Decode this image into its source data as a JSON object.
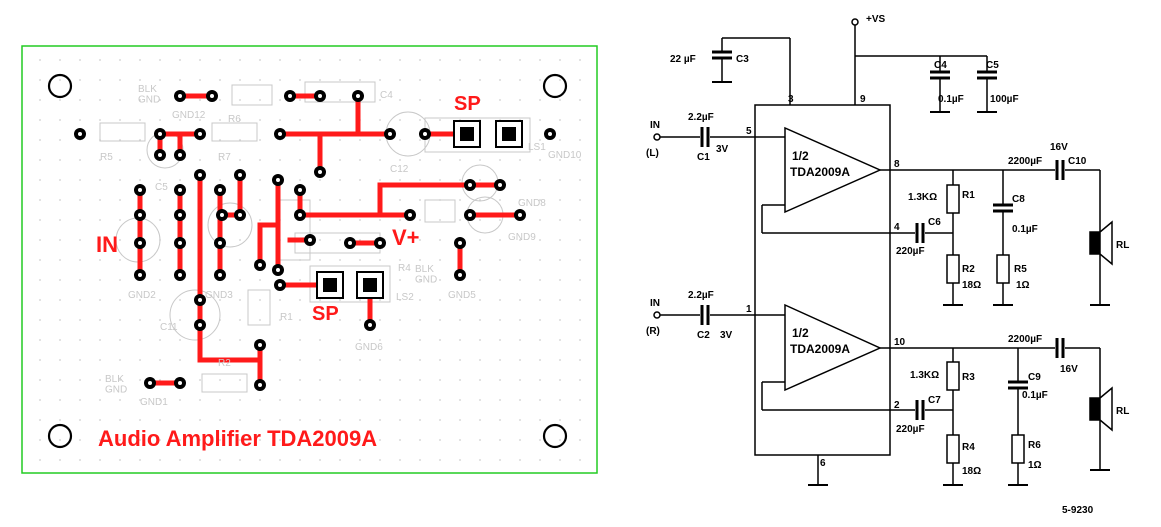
{
  "colors": {
    "trace": "#ff1a1a",
    "board_outline": "#22cc22",
    "silkscreen": "#c8c8c8",
    "pad": "#000000",
    "schematic": "#000000"
  },
  "pcb": {
    "title": "Audio Amplifier TDA2009A",
    "labels": {
      "in": "IN",
      "sp_top": "SP",
      "sp_bottom": "SP",
      "vplus": "V+"
    },
    "silk": {
      "blk_gnd_top": "BLK\nGND",
      "gnd12": "GND12",
      "r6": "R6",
      "c4": "C4",
      "r5": "R5",
      "c5": "C5",
      "r7": "R7",
      "c12": "C12",
      "gnd10": "GND10",
      "ls1": "LS1",
      "gnd8": "GND8",
      "gnd9": "GND9",
      "gnd2": "GND2",
      "gnd3": "GND3",
      "r4": "R4",
      "blk_gnd_mid": "BLK\nGND",
      "gnd5": "GND5",
      "c11": "C11",
      "r1": "R1",
      "ls2": "LS2",
      "gnd6": "GND6",
      "r2": "R2",
      "blk_gnd_bottom": "BLK\nGND",
      "gnd1": "GND1"
    }
  },
  "schematic": {
    "vs": "+VS",
    "ic_label": "1/2",
    "ic_name": "TDA2009A",
    "c3": {
      "val": "22 µF",
      "ref": "C3"
    },
    "c4": {
      "ref": "C4",
      "val": "0.1µF"
    },
    "c5": {
      "ref": "C5",
      "val": "100µF"
    },
    "in_l": {
      "in": "IN",
      "ch": "(L)"
    },
    "in_r": {
      "in": "IN",
      "ch": "(R)"
    },
    "c1": {
      "val": "2.2µF",
      "ref": "C1",
      "volt": "3V"
    },
    "c2": {
      "val": "2.2µF",
      "ref": "C2",
      "volt": "3V"
    },
    "pins": {
      "p3": "3",
      "p9": "9",
      "p5": "5",
      "p8": "8",
      "p4": "4",
      "p1": "1",
      "p10": "10",
      "p2": "2",
      "p6": "6"
    },
    "r1": {
      "val": "1.3KΩ",
      "ref": "R1"
    },
    "r2": {
      "ref": "R2",
      "val": "18Ω"
    },
    "c6": {
      "ref": "C6",
      "val": "220µF"
    },
    "c8": {
      "ref": "C8",
      "val": "0.1µF"
    },
    "r5": {
      "ref": "R5",
      "val": "1Ω"
    },
    "c10": {
      "volt": "16V",
      "val": "2200µF",
      "ref": "C10"
    },
    "rl1": "RL",
    "r3": {
      "val": "1.3KΩ",
      "ref": "R3"
    },
    "r4": {
      "ref": "R4",
      "val": "18Ω"
    },
    "c7": {
      "ref": "C7",
      "val": "220µF"
    },
    "c9": {
      "ref": "C9",
      "val": "0.1µF"
    },
    "r6": {
      "ref": "R6",
      "val": "1Ω"
    },
    "c11": {
      "val": "2200µF",
      "volt": "16V"
    },
    "rl2": "RL",
    "code": "5-9230"
  }
}
